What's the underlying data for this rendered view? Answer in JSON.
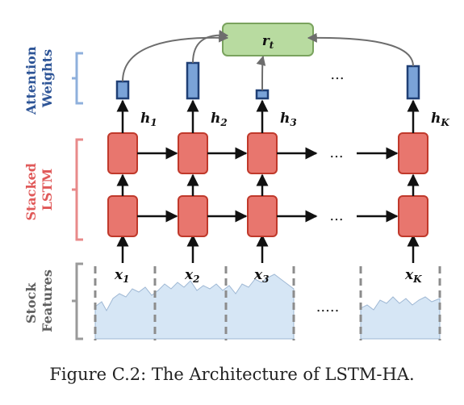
{
  "side_labels": {
    "attention": [
      "Attention",
      "Weights"
    ],
    "lstm": [
      "Stacked",
      "LSTM"
    ],
    "features": [
      "Stock",
      "Features"
    ]
  },
  "output_node": {
    "base": "r",
    "sub": "t"
  },
  "hidden_labels": [
    {
      "base": "h",
      "sub": "1"
    },
    {
      "base": "h",
      "sub": "2"
    },
    {
      "base": "h",
      "sub": "3"
    },
    {
      "base": "h",
      "sub": "K"
    }
  ],
  "input_labels": [
    {
      "base": "x",
      "sub": "1"
    },
    {
      "base": "x",
      "sub": "2"
    },
    {
      "base": "x",
      "sub": "3"
    },
    {
      "base": "x",
      "sub": "K"
    }
  ],
  "ellipsis": {
    "top": "...",
    "row": "...",
    "features": "....."
  },
  "attention_weights": [
    0.42,
    0.88,
    0.18,
    0.8
  ],
  "colors": {
    "attention": "#2e5597",
    "lstm": "#e05a5a",
    "features": "#5f5f5f",
    "lstm_cell_fill": "#e8766e",
    "lstm_cell_stroke": "#c0392b",
    "attn_bar_fill": "#7aa3d8",
    "attn_bar_stroke": "#1f3f75",
    "rt_fill": "#b8dba0",
    "rt_stroke": "#7aa35e",
    "bracket_attention": "#8fb0dc",
    "bracket_lstm": "#e88a8a",
    "bracket_features": "#9a9a9a",
    "feature_fill": "#d6e6f5",
    "feature_line": "#9fb8d4"
  },
  "caption": "Figure C.2: The Architecture of LSTM-HA."
}
